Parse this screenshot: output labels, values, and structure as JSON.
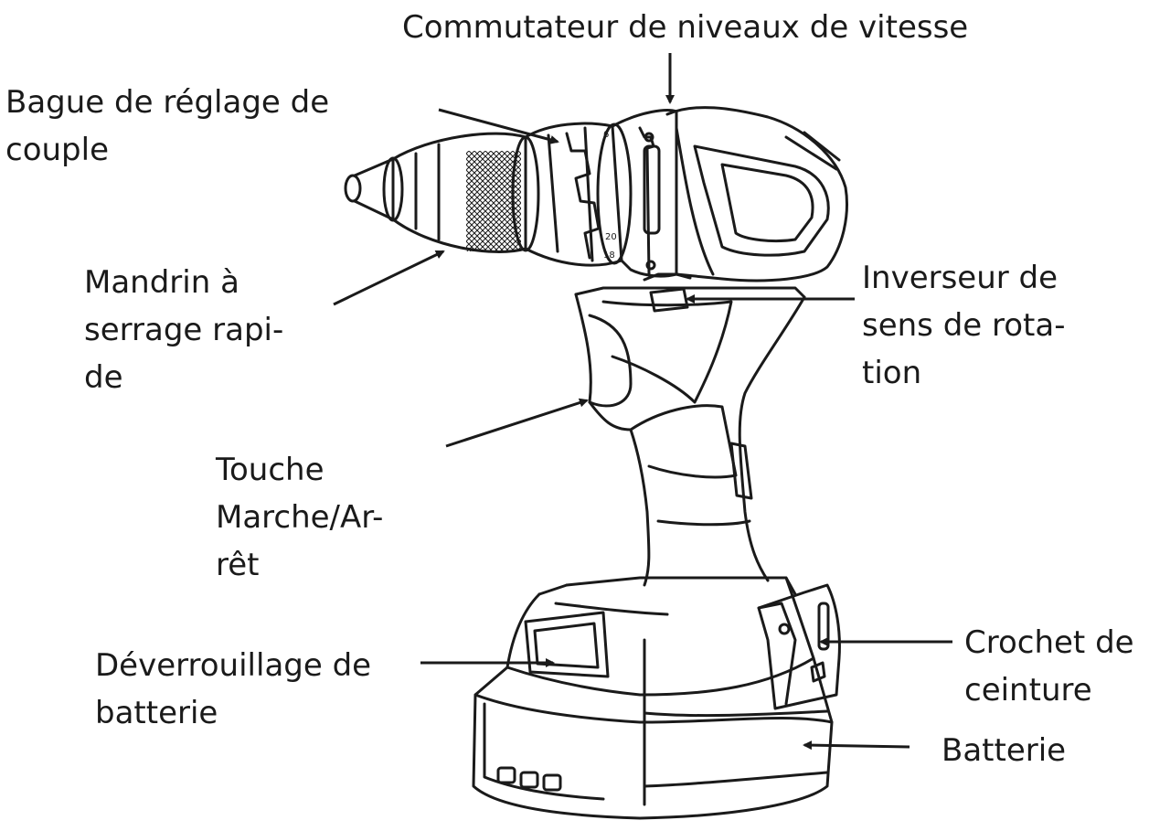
{
  "labels": {
    "speed_switch": [
      "Commutateur de niveaux de vitesse"
    ],
    "torque_ring": [
      "Bague de réglage de",
      "couple"
    ],
    "quick_chuck": [
      "Mandrin à",
      "serrage rapi-",
      "de"
    ],
    "direction_switch": [
      "Inverseur de",
      "sens de rota-",
      "tion"
    ],
    "trigger": [
      "Touche",
      "Marche/Ar-",
      "rêt"
    ],
    "battery_release": [
      "Déverrouillage de",
      "batterie"
    ],
    "belt_hook": [
      "Crochet de",
      "ceinture"
    ],
    "battery": [
      "Batterie"
    ]
  },
  "colors": {
    "ink": "#1a1a1a",
    "background": "#ffffff"
  }
}
